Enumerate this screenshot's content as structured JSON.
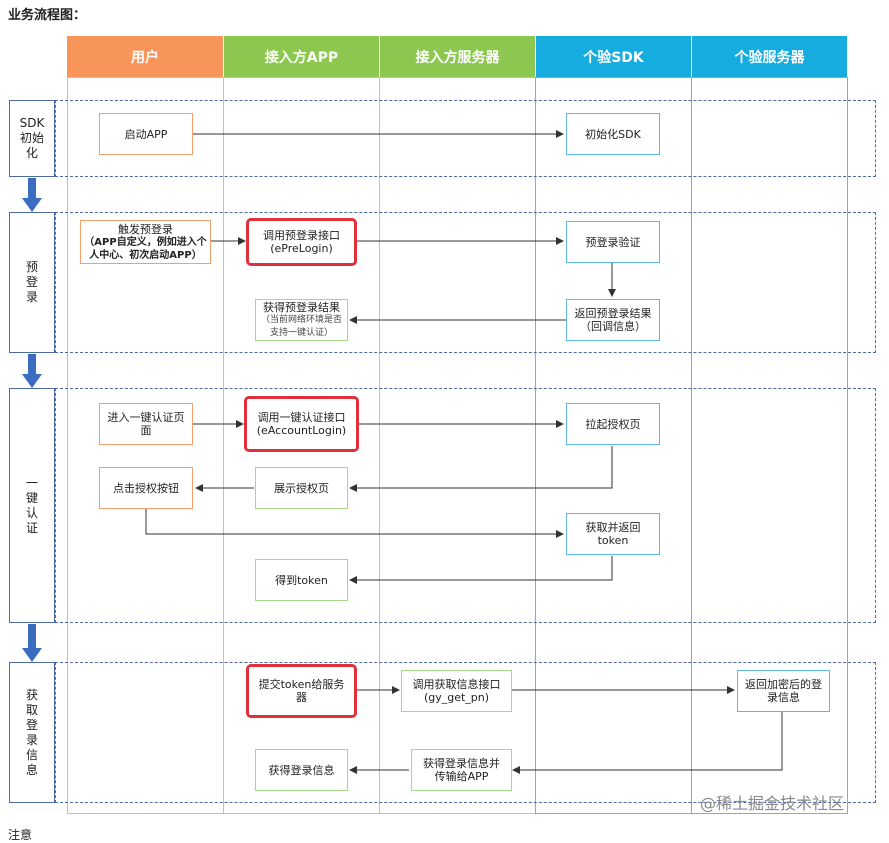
{
  "title": "业务流程图：",
  "watermark": "@稀土掘金技术社区",
  "bottom_text": "注意",
  "colors": {
    "user": "#f7955b",
    "app": "#8cc850",
    "server": "#8cc850",
    "sdk": "#16ace0",
    "sdkserver": "#16ace0",
    "highlight": "#e0303c",
    "phase_border": "#4c6aa7",
    "arrow_fill": "#3a6cc0"
  },
  "lanes": {
    "user": "用户",
    "app": "接入方APP",
    "server": "接入方服务器",
    "sdk": "个验SDK",
    "sdkserver": "个验服务器"
  },
  "phases": {
    "init": [
      "SDK",
      "初始",
      "化"
    ],
    "pre": [
      "预",
      "登",
      "录"
    ],
    "auth": [
      "一",
      "键",
      "认",
      "证"
    ],
    "info": [
      "获",
      "取",
      "登",
      "录",
      "信",
      "息"
    ]
  },
  "nodes": {
    "start_app": "启动APP",
    "init_sdk": "初始化SDK",
    "trigger_pre": "触发预登录",
    "trigger_pre_sub1": "（APP自定义，例如进入个",
    "trigger_pre_sub2": "人中心、初次启动APP）",
    "call_pre_1": "调用预登录接口",
    "call_pre_2": "(ePreLogin)",
    "pre_verify": "预登录验证",
    "get_pre_result": "获得预登录结果",
    "get_pre_result_sub1": "（当前网络环境是否",
    "get_pre_result_sub2": "支持一键认证）",
    "return_pre_1": "返回预登录结果",
    "return_pre_2": "（回调信息）",
    "enter_auth_1": "进入一键认证页",
    "enter_auth_2": "面",
    "call_auth_1": "调用一键认证接口",
    "call_auth_2": "(eAccountLogin)",
    "pull_auth": "拉起授权页",
    "click_auth": "点击授权按钮",
    "show_auth": "展示授权页",
    "get_token_return": "获取并返回token",
    "got_token": "得到token",
    "submit_token_1": "提交token给服务",
    "submit_token_2": "器",
    "call_info_1": "调用获取信息接口",
    "call_info_2": "(gy_get_pn)",
    "return_enc_1": "返回加密后的登",
    "return_enc_2": "录信息",
    "get_login_info": "获得登录信息",
    "get_pass_1": "获得登录信息并",
    "get_pass_2": "传输给APP"
  }
}
